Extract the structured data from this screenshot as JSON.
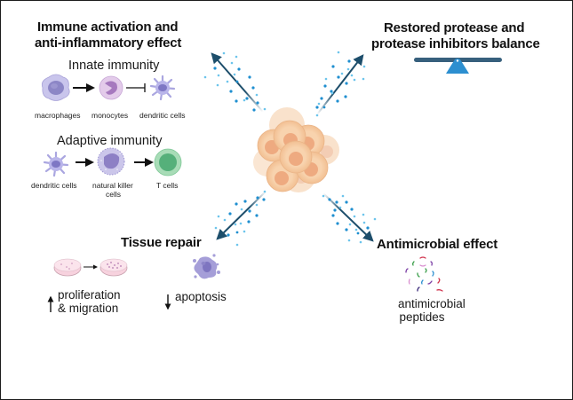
{
  "quadrants": {
    "immune": {
      "title_line1": "Immune activation and",
      "title_line2": "anti-inflammatory effect",
      "innate": {
        "heading": "Innate immunity",
        "cells": [
          "macrophages",
          "monocytes",
          "dendritic cells"
        ],
        "relations": [
          "activates",
          "inhibits"
        ]
      },
      "adaptive": {
        "heading": "Adaptive immunity",
        "cells": [
          "dendritic cells",
          "natural killer",
          "cells",
          "T cells"
        ],
        "relations": [
          "activates",
          "activates"
        ]
      },
      "arrow_direction": "up-left"
    },
    "protease": {
      "title_line1": "Restored protease and",
      "title_line2": "protease inhibitors balance",
      "icon": "balance-scale-icon",
      "arrow_direction": "up-right"
    },
    "tissue": {
      "title": "Tissue repair",
      "up_label_line1": "proliferation",
      "up_label_line2": "& migration",
      "down_label": "apoptosis",
      "up_indicator": "increase-arrow-icon",
      "down_indicator": "decrease-arrow-icon",
      "arrow_direction": "down-left"
    },
    "antimicrobial": {
      "title": "Antimicrobial effect",
      "label_line1": "antimicrobial",
      "label_line2": "peptides",
      "arrow_direction": "down-right"
    }
  },
  "center": {
    "icon": "cell-cluster-icon"
  },
  "colors": {
    "arrow": "#1d4e6b",
    "dot_dark": "#1f8fd0",
    "dot_light": "#6cc4ec",
    "cell_fill": "#f6cfa8",
    "cell_nucleus": "#eeaa80",
    "scale_beam": "#37607d",
    "scale_fulcrum": "#2c8fd0",
    "t_cell": "#9dd8ae",
    "t_cell_nucleus": "#55b07a",
    "immune_cell": "#bdb8e6",
    "immune_nucleus": "#8b82c9",
    "dish": "#f5c9d8"
  }
}
